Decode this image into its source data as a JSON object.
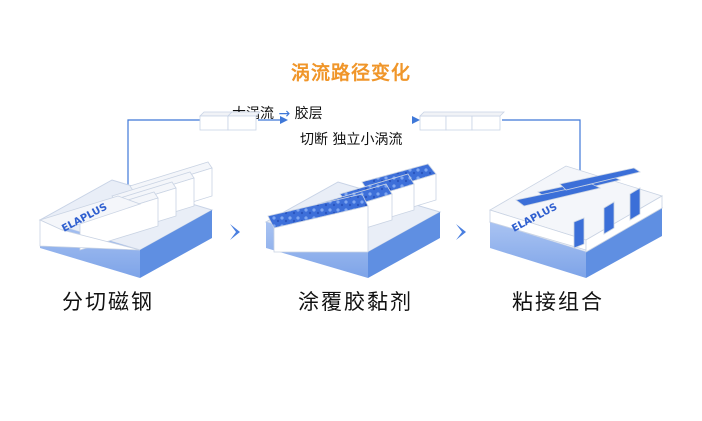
{
  "title": "涡流路径变化",
  "flow": {
    "text1": "大涡流",
    "arrow_word": "胶层",
    "text2": "切断  独立小涡流"
  },
  "steps": [
    {
      "label": "分切磁钢",
      "brand": "ELAPLUS"
    },
    {
      "label": "涂覆胶黏剂"
    },
    {
      "label": "粘接组合",
      "brand": "ELAPLUS"
    }
  ],
  "colors": {
    "accent": "#f0962a",
    "blue": "#3b6fd8",
    "line": "#3f78d8"
  }
}
